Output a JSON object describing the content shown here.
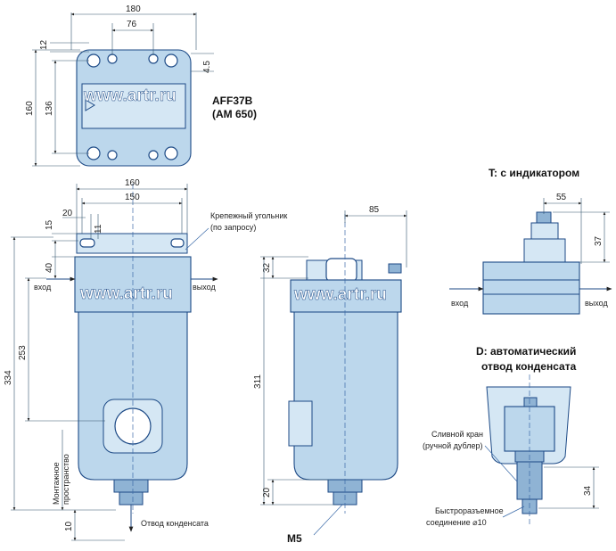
{
  "watermark": "www.artr.ru",
  "model": {
    "line1": "AFF37B",
    "line2": "(AM  650)"
  },
  "top_view": {
    "dim_width": "180",
    "dim_bolt_spacing": "76",
    "dim_top": "12",
    "dim_side": "4.5",
    "dim_height": "160",
    "dim_height_inner": "136"
  },
  "front_view": {
    "dim_width": "160",
    "dim_bracket": "150",
    "dim_left": "20",
    "dim_hole": "11",
    "dim_15": "15",
    "dim_40": "40",
    "dim_253": "253",
    "dim_334": "334",
    "dim_10": "10",
    "bracket_note_line1": "Крепежный угольник",
    "bracket_note_line2": "(по запросу)",
    "inlet": "вход",
    "outlet": "выход",
    "mounting_space_line1": "Монтажное",
    "mounting_space_line2": "пространство",
    "drain": "Отвод конденсата"
  },
  "side_view": {
    "dim_85": "85",
    "dim_32": "32",
    "dim_311": "311",
    "dim_20": "20",
    "thread": "M5"
  },
  "option_t": {
    "title": "T: с индикатором",
    "dim_55": "55",
    "dim_37": "37",
    "inlet": "вход",
    "outlet": "выход"
  },
  "option_d": {
    "title_line1": "D: автоматический",
    "title_line2": "отвод конденсата",
    "valve_line1": "Сливной кран",
    "valve_line2": "(ручной дублер)",
    "dim_34": "34",
    "coupling_line1": "Быстроразъемное",
    "coupling_line2": "соединение ⌀10"
  }
}
